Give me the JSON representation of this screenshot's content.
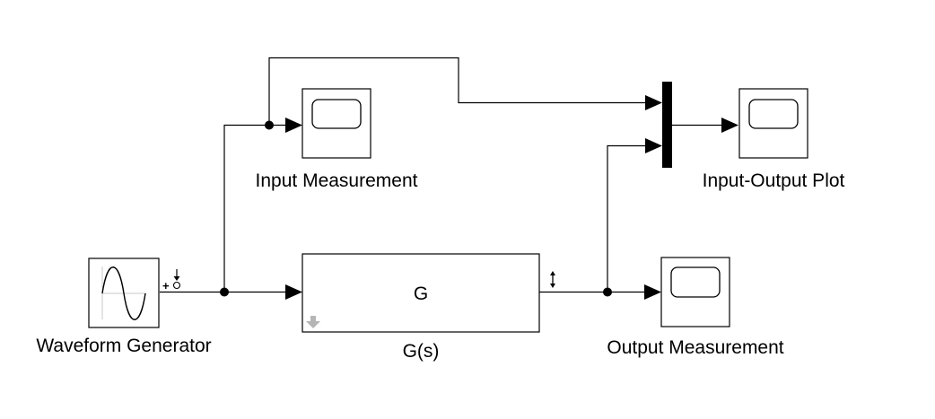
{
  "diagram": {
    "blocks": {
      "waveform_generator": {
        "label": "Waveform Generator",
        "icon": "sine-wave-icon"
      },
      "input_measurement": {
        "label": "Input Measurement",
        "icon": "scope-icon"
      },
      "transfer_function": {
        "label": "G(s)",
        "title": "G",
        "icon": "shortcut-arrow-icon"
      },
      "output_measurement": {
        "label": "Output Measurement",
        "icon": "scope-icon"
      },
      "mux": {
        "icon": "mux-bar"
      },
      "input_output_plot": {
        "label": "Input-Output Plot",
        "icon": "scope-icon"
      }
    },
    "port_markers": {
      "input_perturbation": "+",
      "output_marker": "output-arrow-icon"
    },
    "colors": {
      "line": "#000000",
      "block_border": "#000000",
      "shortcut_icon": "#b5b5b5"
    }
  }
}
